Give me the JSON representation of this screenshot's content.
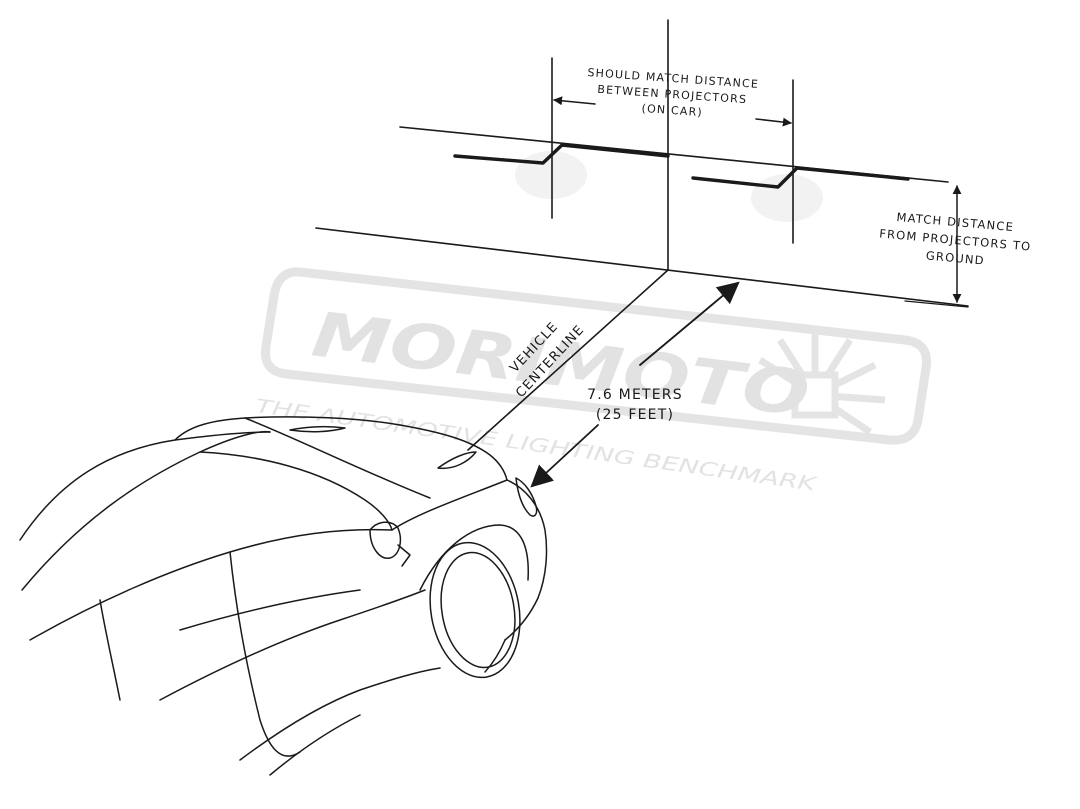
{
  "watermark": {
    "brand": "MORIMOTO",
    "tagline": "THE AUTOMOTIVE LIGHTING BENCHMARK"
  },
  "labels": {
    "projector_spacing": [
      "SHOULD MATCH DISTANCE",
      "BETWEEN PROJECTORS",
      "(ON CAR)"
    ],
    "height_match": [
      "MATCH DISTANCE",
      "FROM PROJECTORS TO",
      "GROUND"
    ],
    "centerline": [
      "VEHICLE",
      "CENTERLINE"
    ],
    "distance": [
      "7.6 METERS",
      "(25 FEET)"
    ]
  },
  "colors": {
    "line": "#1a1a1a",
    "watermark": "#e2e2e2",
    "hotspot": "#f2f2f2",
    "background": "#ffffff"
  }
}
